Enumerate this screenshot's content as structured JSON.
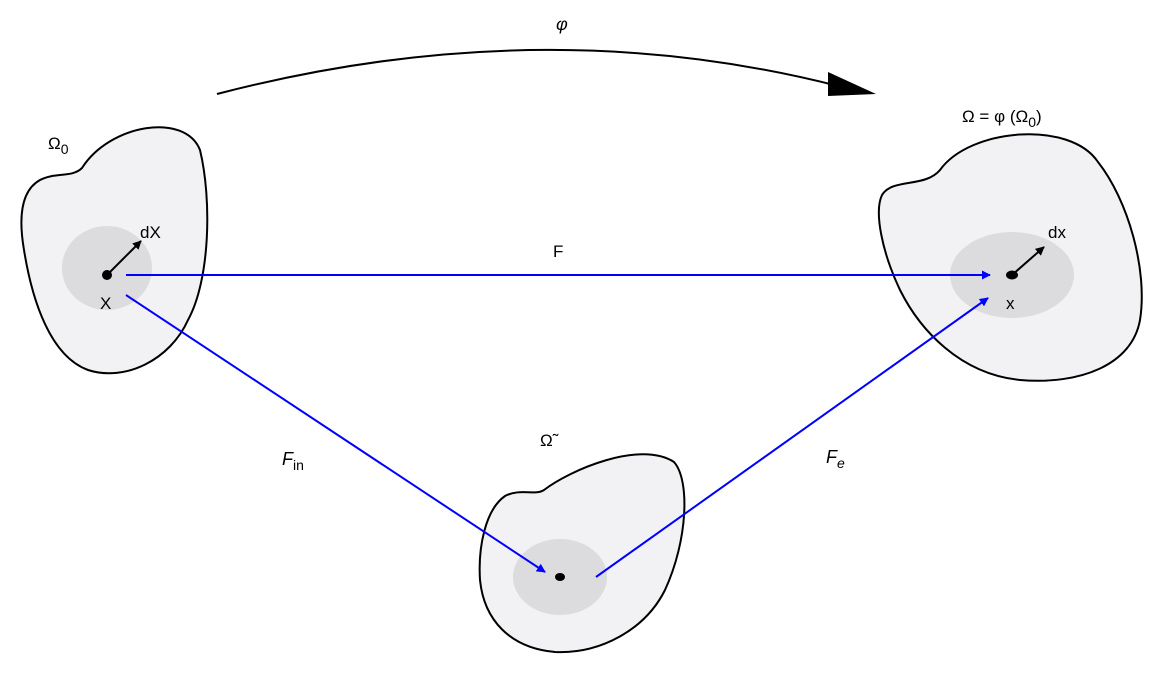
{
  "labels": {
    "phi": "φ",
    "omega0_base": "Ω",
    "omega0_sub": "0",
    "omega_current": "Ω = φ (Ω",
    "omega_current_sub": "0",
    "omega_current_close": ")",
    "omega_tilde": "Ω̃",
    "F": "F",
    "F_in_base": "F",
    "F_in_sub": "in",
    "F_e_base": "F",
    "F_e_sub": "e",
    "dX": "dX",
    "X": "X",
    "dx": "dx",
    "x": "x"
  },
  "colors": {
    "map_arrow": "#0000ff",
    "body_fill": "#f2f2f4",
    "neighborhood_fill": "#dcdcde",
    "outline": "#000000"
  }
}
